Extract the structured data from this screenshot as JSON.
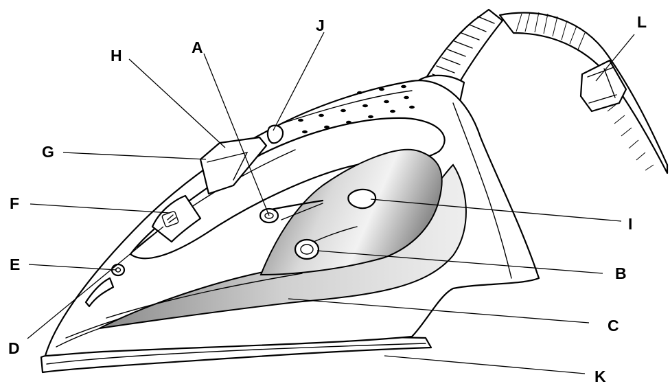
{
  "diagram": {
    "callouts": [
      {
        "id": "A",
        "label": "A"
      },
      {
        "id": "B",
        "label": "B"
      },
      {
        "id": "C",
        "label": "C"
      },
      {
        "id": "D",
        "label": "D"
      },
      {
        "id": "E",
        "label": "E"
      },
      {
        "id": "F",
        "label": "F"
      },
      {
        "id": "G",
        "label": "G"
      },
      {
        "id": "H",
        "label": "H"
      },
      {
        "id": "I",
        "label": "I"
      },
      {
        "id": "J",
        "label": "J"
      },
      {
        "id": "K",
        "label": "K"
      },
      {
        "id": "L",
        "label": "L"
      }
    ],
    "colors": {
      "ink": "#000000",
      "background": "#ffffff",
      "window_shade_dark": "#7a7a7a",
      "window_shade_light": "#e6e6e6"
    }
  }
}
